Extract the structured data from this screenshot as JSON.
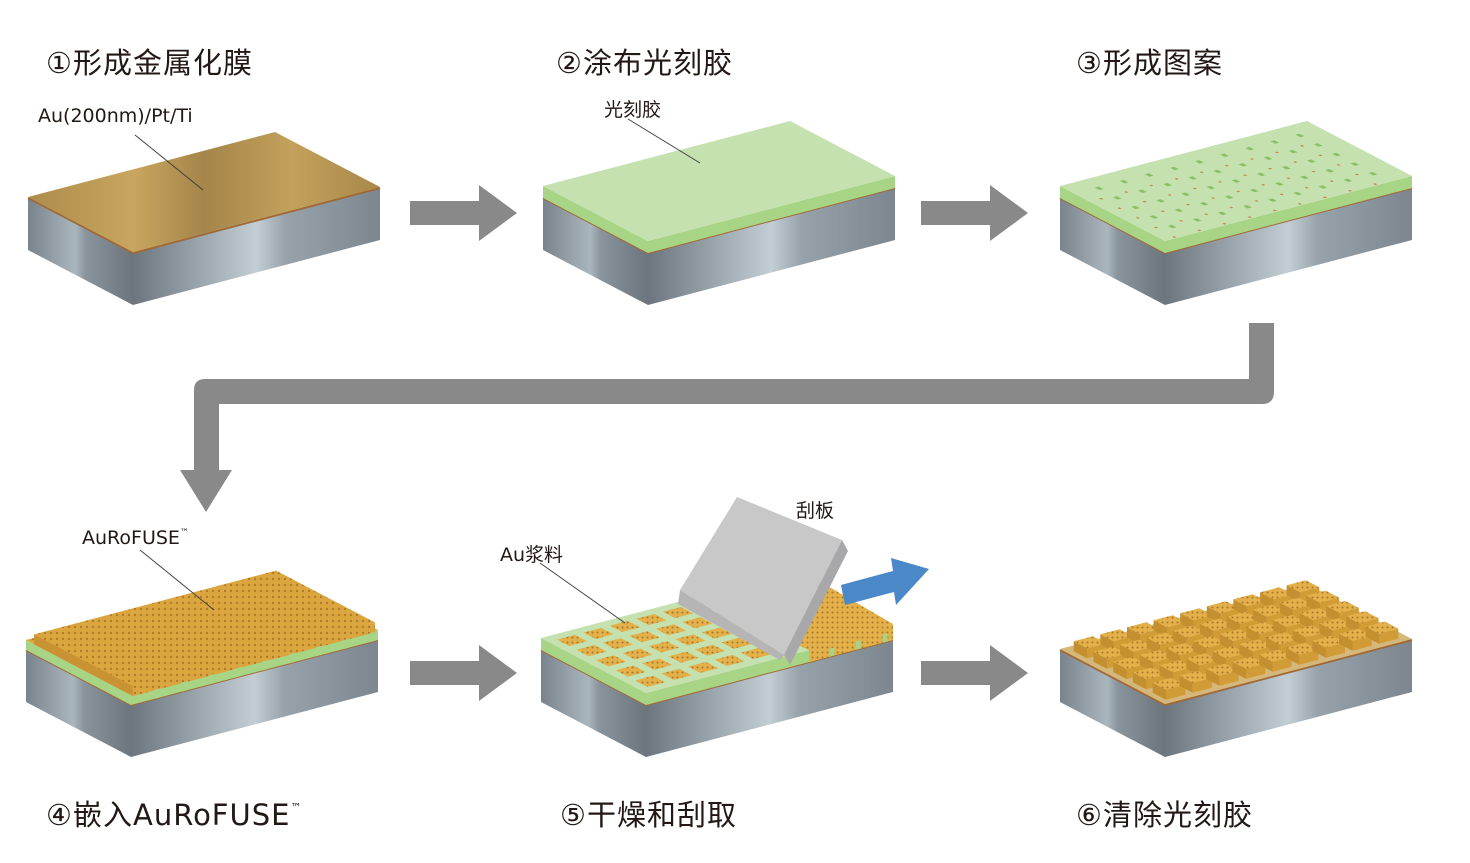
{
  "diagram": {
    "steps": [
      {
        "number": "①",
        "title": "形成金属化膜",
        "callout": "Au(200nm)/Pt/Ti",
        "top_layer": "gold-film"
      },
      {
        "number": "②",
        "title": "涂布光刻胶",
        "callout": "光刻胶",
        "top_layer": "photoresist"
      },
      {
        "number": "③",
        "title": "形成图案",
        "callout": "",
        "top_layer": "patterned-resist"
      },
      {
        "number": "④",
        "title": "嵌入AuRoFUSE",
        "title_tm": "™",
        "callout": "AuRoFUSE",
        "callout_tm": "™",
        "top_layer": "paste-filled"
      },
      {
        "number": "⑤",
        "title": "干燥和刮取",
        "callout": "Au浆料",
        "callout2": "刮板",
        "top_layer": "squeegee"
      },
      {
        "number": "⑥",
        "title": "清除光刻胶",
        "callout": "",
        "top_layer": "gold-bumps"
      }
    ],
    "grid": {
      "rows": 5,
      "cols": 9
    }
  },
  "colors": {
    "gold_film": "#b59551",
    "gold_film_light": "#c6a35e",
    "resist_top": "#c5e1b0",
    "resist_side": "#a8d486",
    "resist_hole": "#8dbf68",
    "copper": "#a06a37",
    "paste": "#d9a23a",
    "paste_dot": "#b07a2a",
    "substrate_dark": "#6f7880",
    "substrate_light": "#bcc8d0",
    "arrow_gray": "#898989",
    "arrow_blue": "#4a88c8",
    "squeegee_top": "#c8c8c9",
    "squeegee_side": "#a8a8aa",
    "text": "#231815"
  }
}
